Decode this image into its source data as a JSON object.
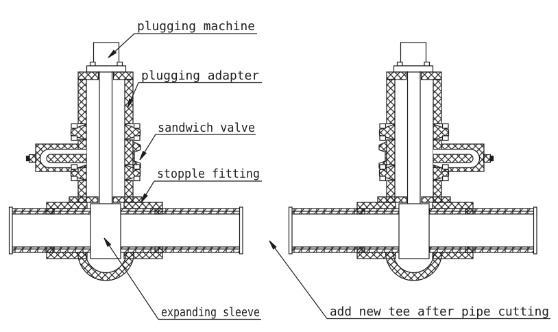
{
  "diagram": {
    "background": "#ffffff",
    "line_color": "#1c1c1c",
    "labels": {
      "plugging_machine": "plugging machine",
      "plugging_adapter": "plugging adapter",
      "sandwich_valve": "sandwich valve",
      "stopple_fitting": "stopple fitting",
      "expanding_sleeve": "expanding sleeve",
      "add_new_tee": "add new tee after pipe cutting"
    }
  }
}
